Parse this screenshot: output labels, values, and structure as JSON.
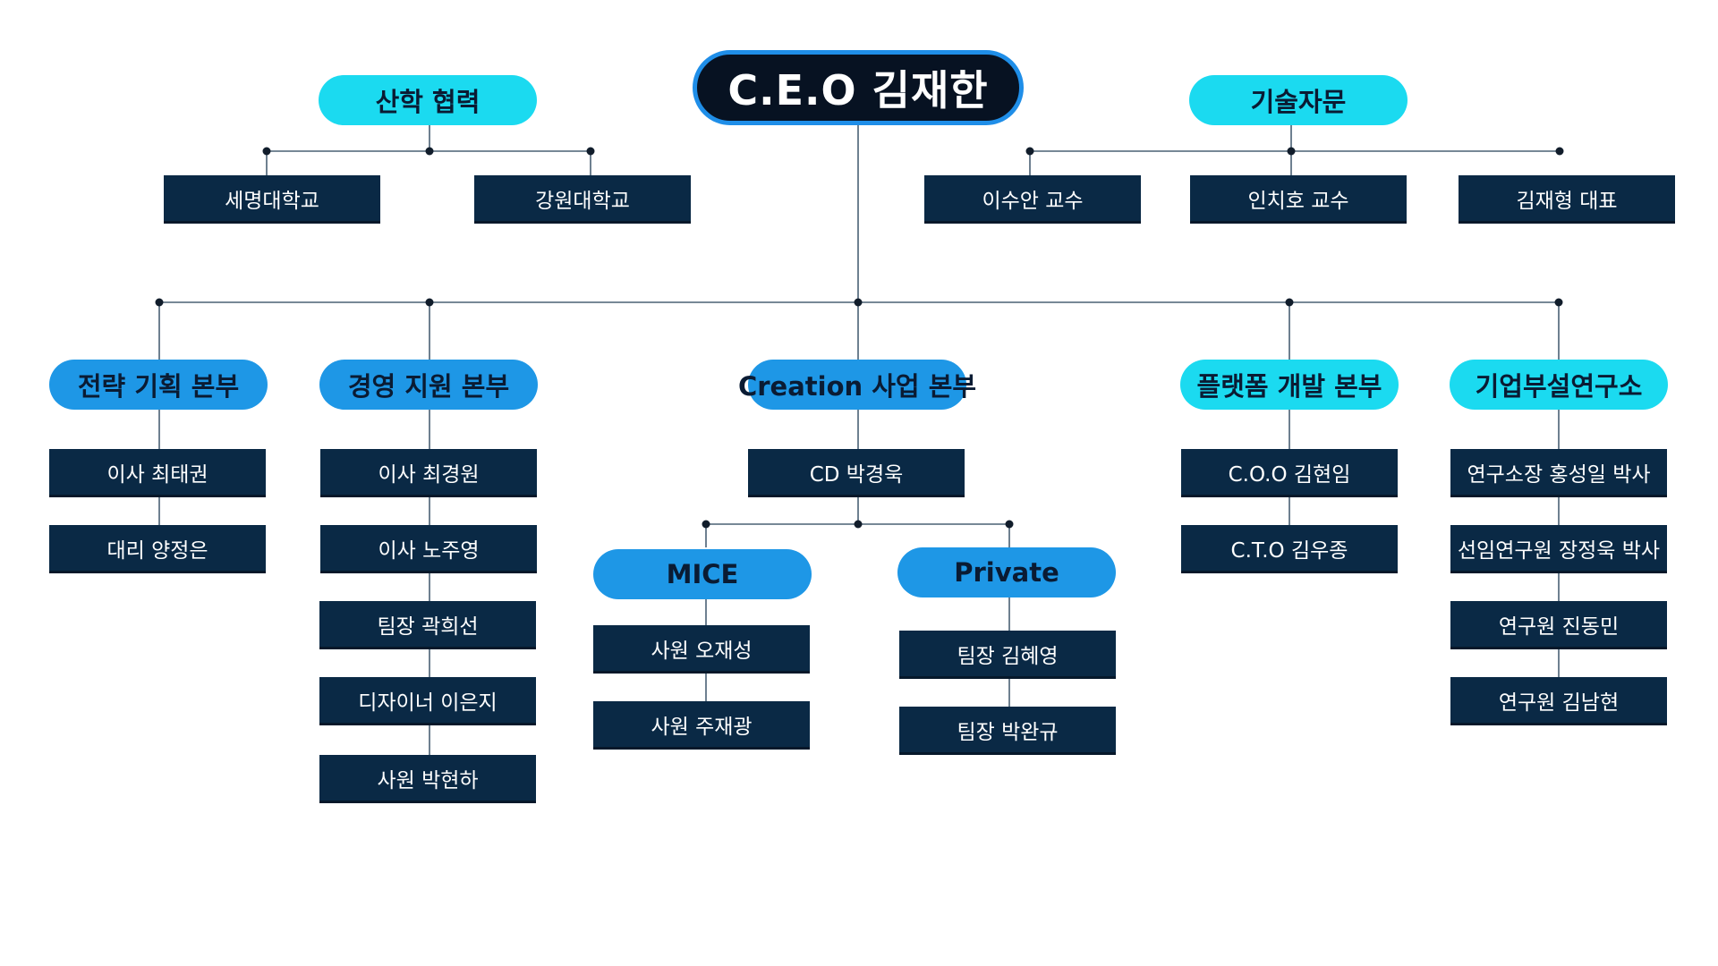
{
  "ceo": {
    "label": "C.E.O 김재한"
  },
  "top_groups": [
    {
      "label": "산학 협력",
      "members": [
        "세명대학교",
        "강원대학교"
      ]
    },
    {
      "label": "기술자문",
      "members": [
        "이수안 교수",
        "인치호 교수",
        "김재형 대표"
      ]
    }
  ],
  "divisions": [
    {
      "label": "전략 기획 본부",
      "members": [
        "이사 최태권",
        "대리 양정은"
      ]
    },
    {
      "label": "경영 지원 본부",
      "members": [
        "이사 최경원",
        "이사 노주영",
        "팀장 곽희선",
        "디자이너 이은지",
        "사원 박현하"
      ]
    },
    {
      "label": "Creation 사업 본부",
      "members": [
        "CD 박경욱"
      ]
    },
    {
      "label": "플랫폼 개발 본부",
      "members": [
        "C.O.O 김현임",
        "C.T.O 김우종"
      ]
    },
    {
      "label": "기업부설연구소",
      "members": [
        "연구소장 홍성일 박사",
        "선임연구원 장정욱 박사",
        "연구원 진동민",
        "연구원 김남현"
      ]
    }
  ],
  "sub_teams": [
    {
      "label": "MICE",
      "members": [
        "사원 오재성",
        "사원 주재광"
      ]
    },
    {
      "label": "Private",
      "members": [
        "팀장 김혜영",
        "팀장 박완규"
      ]
    }
  ],
  "colors": {
    "ceo_fill": "#071222",
    "ceo_border": "#1f8ee8",
    "pill_cyan": "#1bdaf0",
    "pill_blue": "#1e97e6",
    "member_box": "#0a2945",
    "connector": "#4a6074"
  }
}
